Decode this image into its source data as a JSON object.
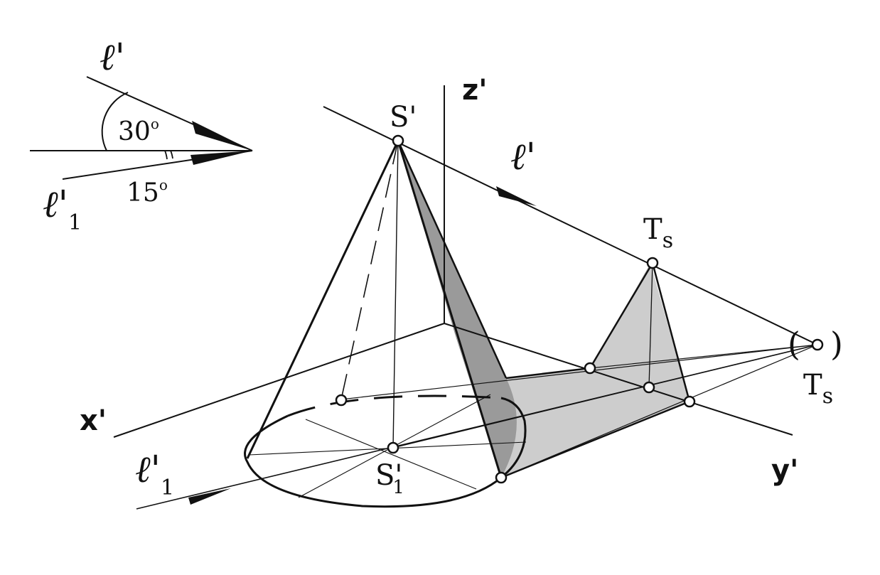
{
  "labels": {
    "angle_30": "30",
    "angle_15": "15",
    "degree": "o",
    "l_prime": "ℓ'",
    "l1_prime": "ℓ'",
    "l1_sub": "1",
    "z_axis": "z'",
    "x_axis": "x'",
    "y_axis": "y'",
    "apex": "S'",
    "base_center": "S'",
    "base_center_sub": "1",
    "ts_top": "T",
    "ts_top_sub": "s",
    "ts_vanish": "T",
    "ts_vanish_sub": "s",
    "paren_left": "(",
    "paren_right": ")"
  },
  "colors": {
    "ink": "#111111",
    "shadow_dark": "#9a9a9a",
    "shadow_light": "#cdcdcd",
    "point_fill": "#ffffff"
  }
}
